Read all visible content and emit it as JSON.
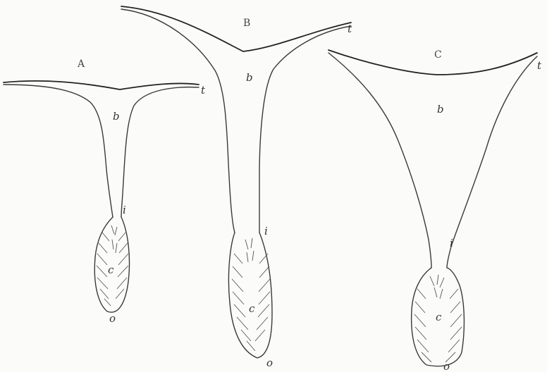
{
  "figures": [
    {
      "caption": "A",
      "labels": {
        "b": "b",
        "t": "t",
        "i": "i",
        "c": "c",
        "o": "o"
      }
    },
    {
      "caption": "B",
      "labels": {
        "b": "b",
        "t": "t",
        "i": "i",
        "c": "c",
        "o": "o"
      }
    },
    {
      "caption": "C",
      "labels": {
        "b": "b",
        "t": "t",
        "i": "i",
        "c": "c",
        "o": "o"
      }
    }
  ],
  "colors": {
    "ink": "#3a3a3a",
    "paper": "#fbfbf9"
  }
}
